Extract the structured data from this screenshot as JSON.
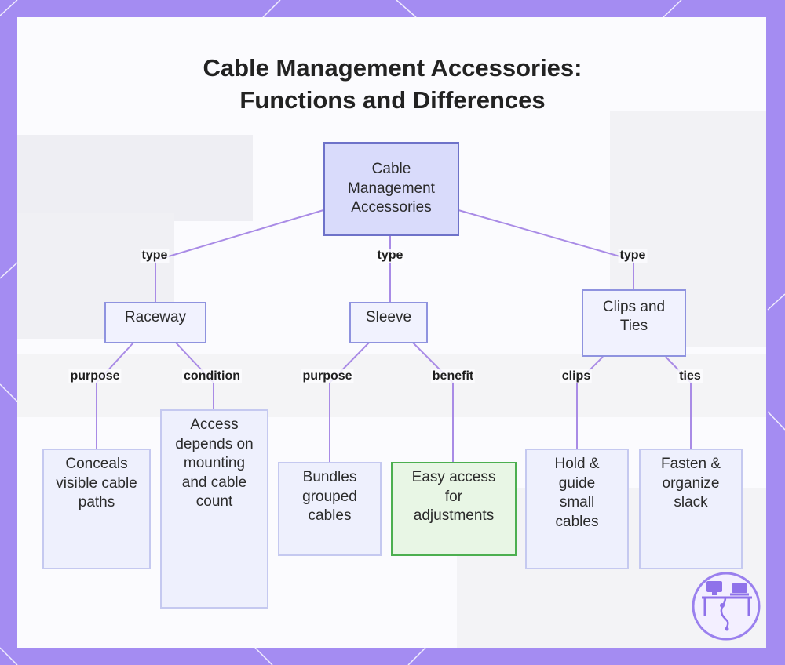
{
  "title_line1": "Cable Management Accessories:",
  "title_line2": "Functions and Differences",
  "nodes": {
    "root": "Cable Management Accessories",
    "raceway": "Raceway",
    "sleeve": "Sleeve",
    "clips_ties": "Clips and Ties",
    "conceals": "Conceals visible cable paths",
    "access": "Access depends on mounting and cable count",
    "bundles": "Bundles grouped cables",
    "easy_access": "Easy access for adjustments",
    "hold_guide": "Hold & guide small cables",
    "fasten": "Fasten & organize slack"
  },
  "edge_labels": {
    "type_raceway": "type",
    "type_sleeve": "type",
    "type_clips": "type",
    "purpose_raceway": "purpose",
    "condition_raceway": "condition",
    "purpose_sleeve": "purpose",
    "benefit_sleeve": "benefit",
    "clips": "clips",
    "ties": "ties"
  },
  "colors": {
    "background": "#a48cf2",
    "edge": "#a98be6",
    "root_fill": "#d9dbfb",
    "green_border": "#4caf50"
  },
  "icons": {
    "logo": "desk-setup-icon"
  }
}
